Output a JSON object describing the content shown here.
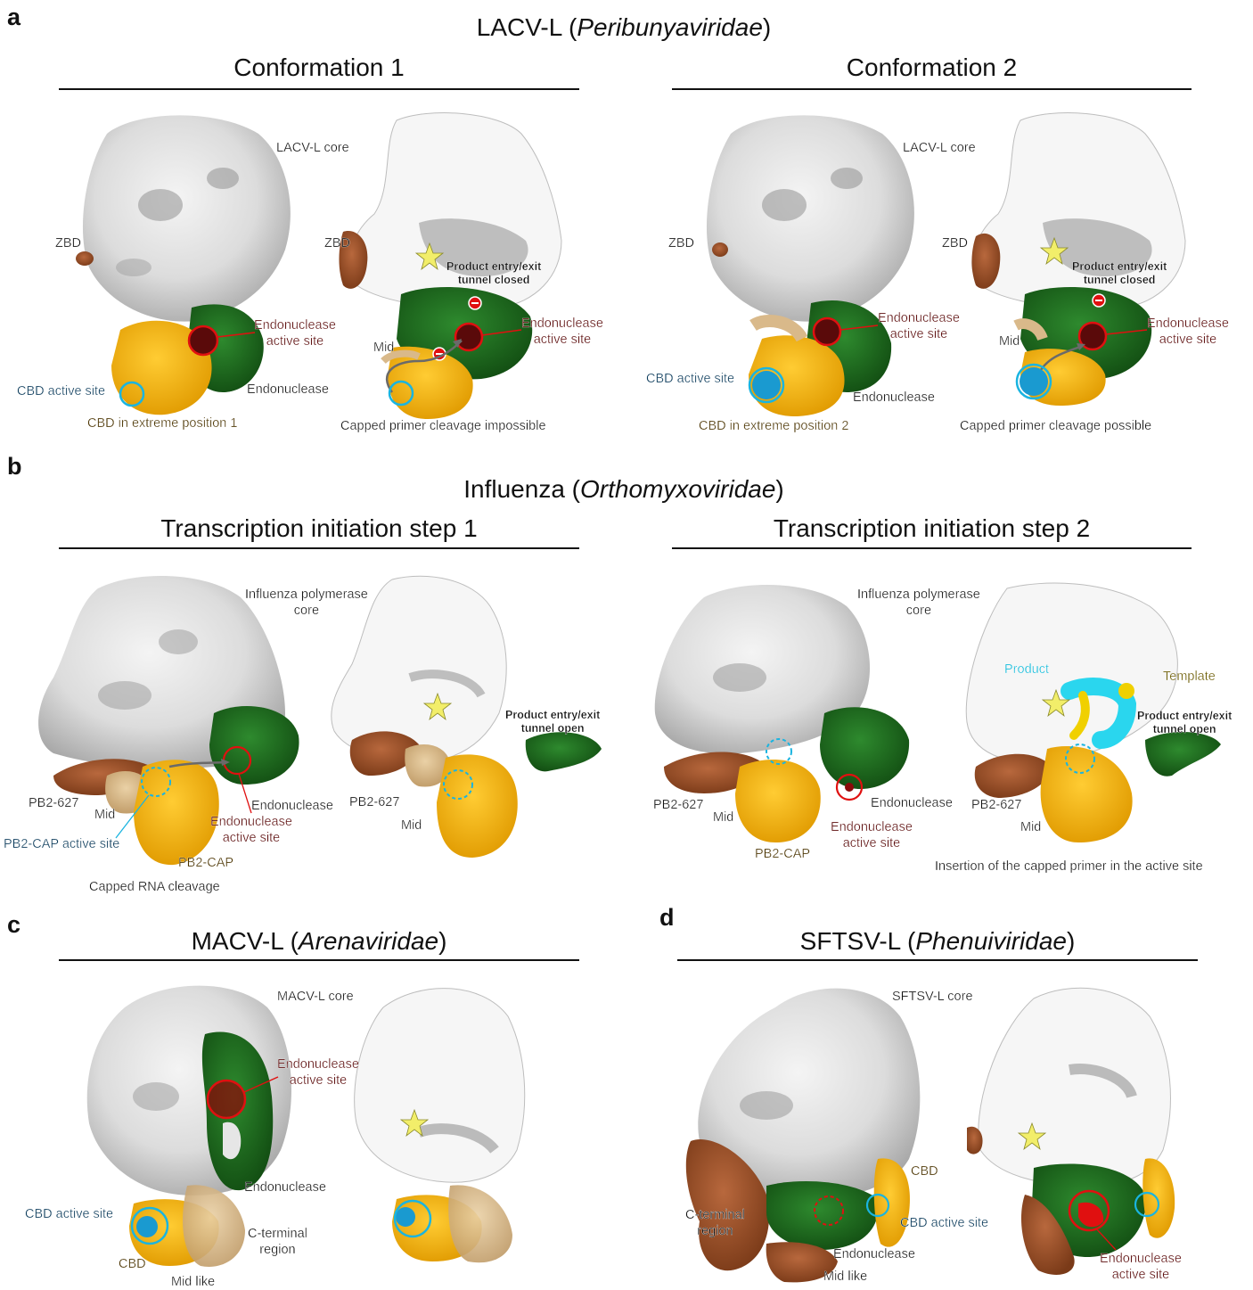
{
  "panels": {
    "a": {
      "letter": "a",
      "title_main": "LACV-L (",
      "title_italic": "Peribunyaviridae",
      "title_end": ")",
      "conf1": {
        "title": "Conformation 1",
        "core": "LACV-L core",
        "zbd_left": "ZBD",
        "zbd_right": "ZBD",
        "endo_site": "Endonuclease\nactive site",
        "endo_site_right": "Endonuclease\nactive site",
        "endonuclease": "Endonuclease",
        "cbd_site": "CBD active site",
        "cbd_position": "CBD in extreme position 1",
        "tunnel": "Product entry/exit\ntunnel closed",
        "mid": "Mid",
        "caption": "Capped primer cleavage impossible"
      },
      "conf2": {
        "title": "Conformation 2",
        "core": "LACV-L core",
        "zbd_left": "ZBD",
        "zbd_right": "ZBD",
        "endo_site": "Endonuclease\nactive site",
        "endo_site_right": "Endonuclease\nactive site",
        "endonuclease": "Endonuclease",
        "cbd_site": "CBD active site",
        "cbd_position": "CBD in extreme position 2",
        "tunnel": "Product entry/exit\ntunnel closed",
        "mid": "Mid",
        "caption": "Capped primer cleavage possible"
      }
    },
    "b": {
      "letter": "b",
      "title_main": "Influenza (",
      "title_italic": "Orthomyxoviridae",
      "title_end": ")",
      "step1": {
        "title": "Transcription initiation step 1",
        "core": "Influenza polymerase\ncore",
        "pb2_627_left": "PB2-627",
        "mid_left": "Mid",
        "pb2_cap_site": "PB2-CAP active site",
        "pb2_cap": "PB2-CAP",
        "endonuclease": "Endonuclease",
        "endo_site": "Endonuclease\nactive site",
        "caption": "Capped RNA cleavage",
        "pb2_627_right": "PB2-627",
        "mid_right": "Mid",
        "tunnel": "Product entry/exit\ntunnel open"
      },
      "step2": {
        "title": "Transcription initiation step 2",
        "core": "Influenza polymerase\ncore",
        "pb2_627_left": "PB2-627",
        "mid_left": "Mid",
        "pb2_cap": "PB2-CAP",
        "endonuclease": "Endonuclease",
        "endo_site": "Endonuclease\nactive site",
        "pb2_627_right": "PB2-627",
        "mid_right": "Mid",
        "product": "Product",
        "template": "Template",
        "tunnel": "Product entry/exit\ntunnel open",
        "caption": "Insertion of the capped primer in the active site"
      }
    },
    "c": {
      "letter": "c",
      "title_main": "MACV-L (",
      "title_italic": "Arenaviridae",
      "title_end": ")",
      "core": "MACV-L core",
      "endo_site": "Endonuclease\nactive site",
      "endonuclease": "Endonuclease",
      "cbd_site": "CBD active site",
      "cterm": "C-terminal\nregion",
      "cbd": "CBD",
      "mid_like": "Mid like"
    },
    "d": {
      "letter": "d",
      "title_main": "SFTSV-L (",
      "title_italic": "Phenuiviridae",
      "title_end": ")",
      "core": "SFTSV-L core",
      "cbd": "CBD",
      "cterm": "C-terminal\nregion",
      "cbd_site": "CBD active site",
      "endonuclease": "Endonuclease",
      "mid_like": "Mid like",
      "endo_site": "Endonuclease\nactive site"
    }
  },
  "colors": {
    "core": "#e6e6e6",
    "core_shadow": "#8a8a8a",
    "endonuclease": "#1f6b1f",
    "cbd": "#f5b400",
    "mid": "#d9b98a",
    "zbd": "#9a4f2a",
    "cterm": "#9a4f2a",
    "active_site_red": "#e01010",
    "cbd_site_cyan": "#1ab4e0",
    "star": "#f2ee6a"
  }
}
